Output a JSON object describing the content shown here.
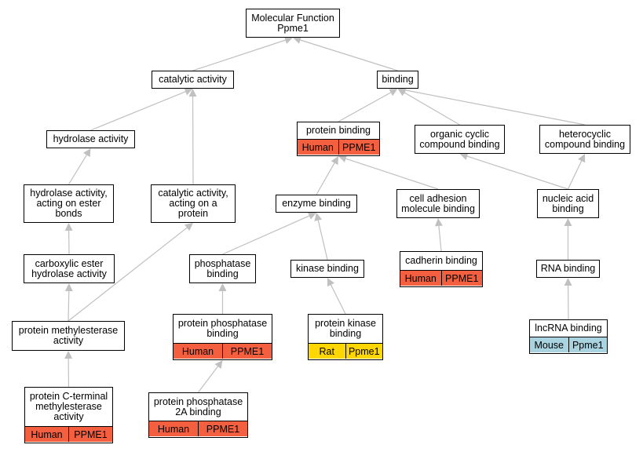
{
  "colors": {
    "human": "#f4603f",
    "rat": "#ffd700",
    "mouse": "#a9d3df",
    "edge": "#c0c0c0"
  },
  "nodes": {
    "molecular_function": {
      "label": "Molecular Function\nPpme1"
    },
    "catalytic_activity": {
      "label": "catalytic activity"
    },
    "binding": {
      "label": "binding"
    },
    "hydrolase_activity": {
      "label": "hydrolase activity"
    },
    "protein_binding": {
      "label": "protein binding",
      "badge": {
        "species": "Human",
        "gene": "PPME1",
        "color_key": "human"
      }
    },
    "organic_cyclic": {
      "label": "organic cyclic\ncompound binding"
    },
    "heterocyclic": {
      "label": "heterocyclic\ncompound binding"
    },
    "hydrolase_ester": {
      "label": "hydrolase activity,\nacting on ester\nbonds"
    },
    "catalytic_protein": {
      "label": "catalytic activity,\nacting on a\nprotein"
    },
    "enzyme_binding": {
      "label": "enzyme binding"
    },
    "cell_adhesion": {
      "label": "cell adhesion\nmolecule binding"
    },
    "nucleic_acid": {
      "label": "nucleic acid\nbinding"
    },
    "carboxylic_ester": {
      "label": "carboxylic ester\nhydrolase activity"
    },
    "phosphatase_binding": {
      "label": "phosphatase\nbinding"
    },
    "kinase_binding": {
      "label": "kinase binding"
    },
    "cadherin_binding": {
      "label": "cadherin binding",
      "badge": {
        "species": "Human",
        "gene": "PPME1",
        "color_key": "human"
      }
    },
    "rna_binding": {
      "label": "RNA binding"
    },
    "protein_methylesterase": {
      "label": "protein methylesterase\nactivity"
    },
    "protein_phosphatase_binding": {
      "label": "protein phosphatase\nbinding",
      "badge": {
        "species": "Human",
        "gene": "PPME1",
        "color_key": "human"
      }
    },
    "protein_kinase_binding": {
      "label": "protein kinase\nbinding",
      "badge": {
        "species": "Rat",
        "gene": "Ppme1",
        "color_key": "rat"
      }
    },
    "lncrna_binding": {
      "label": "lncRNA binding",
      "badge": {
        "species": "Mouse",
        "gene": "Ppme1",
        "color_key": "mouse"
      }
    },
    "protein_c_terminal": {
      "label": "protein C-terminal\nmethylesterase\nactivity",
      "badge": {
        "species": "Human",
        "gene": "PPME1",
        "color_key": "human"
      }
    },
    "protein_phosphatase_2a": {
      "label": "protein phosphatase\n2A binding",
      "badge": {
        "species": "Human",
        "gene": "PPME1",
        "color_key": "human"
      }
    }
  },
  "edges": [
    [
      "catalytic_activity",
      "molecular_function"
    ],
    [
      "binding",
      "molecular_function"
    ],
    [
      "hydrolase_activity",
      "catalytic_activity"
    ],
    [
      "catalytic_protein",
      "catalytic_activity"
    ],
    [
      "protein_binding",
      "binding"
    ],
    [
      "organic_cyclic",
      "binding"
    ],
    [
      "heterocyclic",
      "binding"
    ],
    [
      "hydrolase_ester",
      "hydrolase_activity"
    ],
    [
      "carboxylic_ester",
      "hydrolase_ester"
    ],
    [
      "protein_methylesterase",
      "carboxylic_ester"
    ],
    [
      "protein_methylesterase",
      "catalytic_protein"
    ],
    [
      "protein_c_terminal",
      "protein_methylesterase"
    ],
    [
      "enzyme_binding",
      "protein_binding"
    ],
    [
      "cell_adhesion",
      "protein_binding"
    ],
    [
      "nucleic_acid",
      "organic_cyclic"
    ],
    [
      "nucleic_acid",
      "heterocyclic"
    ],
    [
      "phosphatase_binding",
      "enzyme_binding"
    ],
    [
      "kinase_binding",
      "enzyme_binding"
    ],
    [
      "cadherin_binding",
      "cell_adhesion"
    ],
    [
      "rna_binding",
      "nucleic_acid"
    ],
    [
      "protein_phosphatase_binding",
      "phosphatase_binding"
    ],
    [
      "protein_kinase_binding",
      "kinase_binding"
    ],
    [
      "lncrna_binding",
      "rna_binding"
    ],
    [
      "protein_phosphatase_2a",
      "protein_phosphatase_binding"
    ]
  ]
}
